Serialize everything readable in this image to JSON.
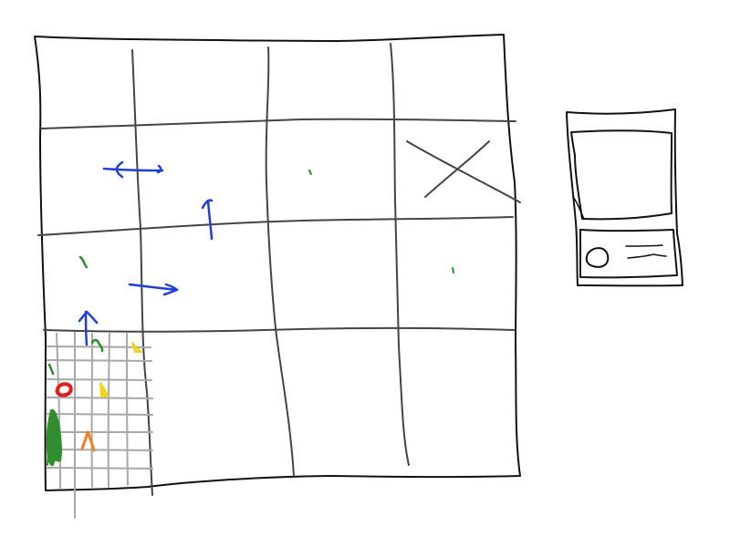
{
  "sketch": {
    "colors": {
      "frame": "#111111",
      "grid": "#444444",
      "fine_grid": "#a8a8a8",
      "arrow": "#1f3fd6",
      "dot": "#2a8a2a",
      "red": "#e01c1c",
      "yellow": "#f2d51c",
      "orange": "#f07f1c",
      "green_fill": "#2f8f2f"
    },
    "icons": {
      "big_grid": "grid-board",
      "cross": "x-mark",
      "side_panel": "device-sketch",
      "arrows": "arrow-icon",
      "marks": "mark-icon"
    }
  }
}
